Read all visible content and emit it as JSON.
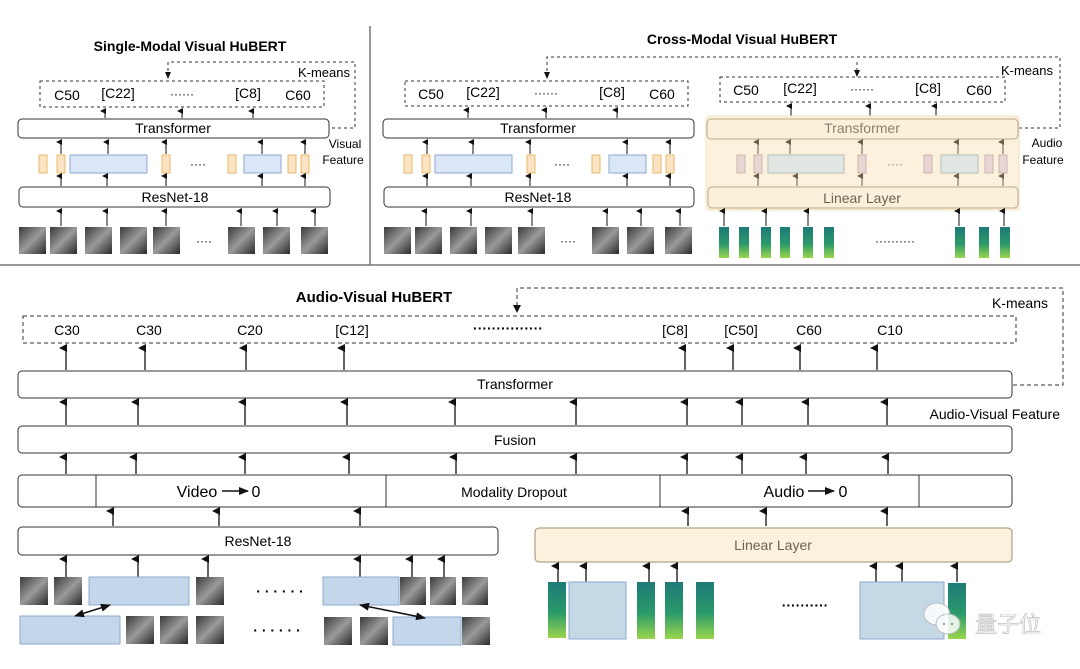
{
  "panels": {
    "single_modal": {
      "title": "Single-Modal Visual HuBERT",
      "targets": [
        "C50",
        "[C22]",
        "······",
        "[C8]",
        "C60"
      ],
      "kmeans_label": "K-means",
      "transformer_label": "Transformer",
      "feature_label_line1": "Visual",
      "feature_label_line2": "Feature",
      "encoder_label": "ResNet-18",
      "input_ellipsis": "····",
      "feature_ellipsis": "····"
    },
    "cross_modal": {
      "title": "Cross-Modal Visual HuBERT",
      "visual_targets": [
        "C50",
        "[C22]",
        "······",
        "[C8]",
        "C60"
      ],
      "audio_targets": [
        "C50",
        "[C22]",
        "······",
        "[C8]",
        "C60"
      ],
      "kmeans_label": "K-means",
      "visual_transformer_label": "Transformer",
      "visual_encoder_label": "ResNet-18",
      "audio_transformer_label": "Transformer",
      "audio_encoder_label": "Linear Layer",
      "feature_label_line1": "Audio",
      "feature_label_line2": "Feature",
      "input_ellipsis": "····",
      "audio_ellipsis": "··········",
      "feature_ellipsis": "····"
    },
    "audio_visual": {
      "title": "Audio-Visual HuBERT",
      "targets": [
        "C30",
        "C30",
        "C20",
        "[C12]",
        "···············",
        "[C8]",
        "[C50]",
        "C60",
        "C10"
      ],
      "kmeans_label": "K-means",
      "transformer_label": "Transformer",
      "feature_label": "Audio-Visual Feature",
      "fusion_label": "Fusion",
      "dropout_label": "Modality Dropout",
      "video_zero_label": "Video",
      "audio_zero_label": "Audio",
      "zero_value": "0",
      "visual_encoder_label": "ResNet-18",
      "audio_encoder_label": "Linear Layer",
      "frames_ellipsis": "· · · · · ·",
      "spec_ellipsis": "··········"
    }
  },
  "watermark": {
    "text": "量子位",
    "icon": "wechat-icon"
  },
  "colors": {
    "feature_orange_fill": "#fbe3c4",
    "feature_orange_stroke": "#e8b96a",
    "feature_blue_fill": "#dbe7f8",
    "feature_blue_stroke": "#8ea9cf",
    "audio_panel_fill": "#fcf1dc",
    "audio_panel_stroke": "#c9b893",
    "spectrogram_top": "#1f7f7a",
    "spectrogram_bottom": "#8fd14f",
    "masked_fill": "#c4d6ea"
  }
}
